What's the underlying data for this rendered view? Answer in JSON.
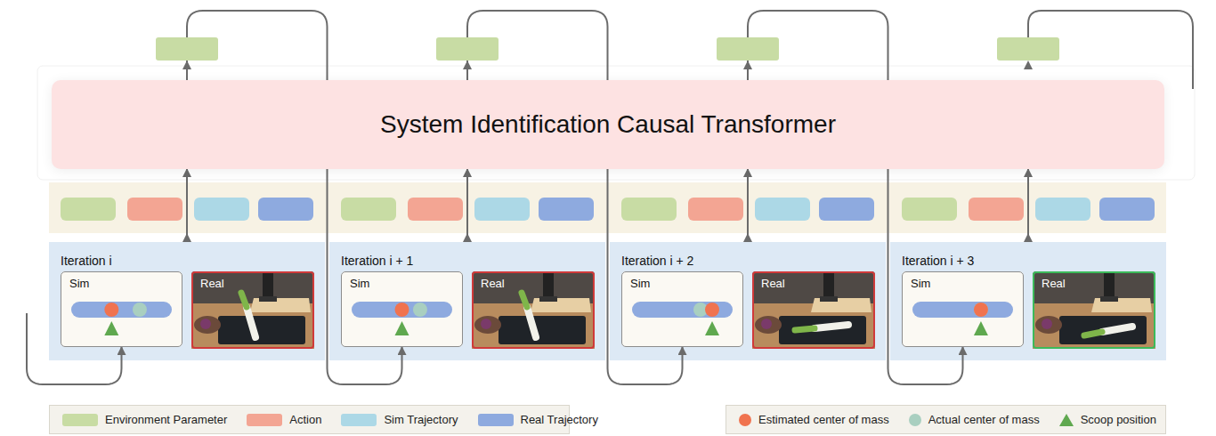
{
  "diagram": {
    "nodes": [
      {
        "text": [
          "System Identification Causal Transformer"
        ]
      },
      {
        "text": [
          "Iteration i"
        ]
      },
      {
        "text": [
          "Sim"
        ],
        "in": 1
      },
      {
        "text": [
          "Real"
        ],
        "in": 1
      },
      {
        "text": [
          "Iteration i + 1"
        ]
      },
      {
        "text": [
          "Sim"
        ],
        "in": 4
      },
      {
        "text": [
          "Real"
        ],
        "in": 4
      },
      {
        "text": [
          "Iteration i + 2"
        ]
      },
      {
        "text": [
          "Sim"
        ],
        "in": 7
      },
      {
        "text": [
          "Real"
        ],
        "in": 7
      },
      {
        "text": [
          "Iteration i + 3"
        ]
      },
      {
        "text": [
          "Sim"
        ],
        "in": 10
      },
      {
        "text": [
          "Real"
        ],
        "in": 10
      }
    ],
    "edges": [
      {
        "from": 1,
        "to": 0,
        "arrow": "to"
      },
      {
        "from": 4,
        "to": 0,
        "arrow": "to"
      },
      {
        "from": 7,
        "to": 0,
        "arrow": "to"
      },
      {
        "from": 10,
        "to": 0,
        "arrow": "to"
      },
      {
        "from": 0,
        "to": 5,
        "arrow": "to"
      },
      {
        "from": 0,
        "to": 8,
        "arrow": "to"
      },
      {
        "from": 0,
        "to": 11,
        "arrow": "to"
      }
    ],
    "legend": [
      {
        "text": "Environment Parameter",
        "color": "#c8dca4"
      },
      {
        "text": "Action",
        "color": "#f3a593"
      },
      {
        "text": "Sim Trajectory",
        "color": "#acd8e6"
      },
      {
        "text": "Real Trajectory",
        "color": "#8eaadf"
      },
      {
        "text": "Estimated center of mass",
        "color": "#f0734f"
      },
      {
        "text": "Actual center of mass",
        "color": "#a9cfc0"
      },
      {
        "text": "Scoop position",
        "color": "#5fa84f"
      }
    ]
  }
}
